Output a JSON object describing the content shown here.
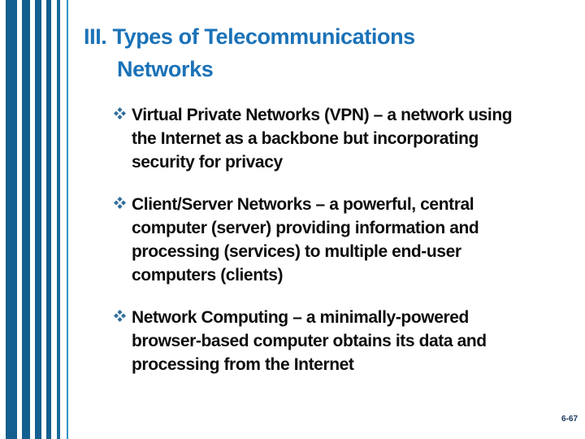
{
  "slide": {
    "title": {
      "line1": "III. Types of Telecommunications",
      "line2": "Networks"
    },
    "bullets": [
      {
        "text": "Virtual Private Networks (VPN) – a network using\nthe Internet as a backbone but incorporating\nsecurity for privacy"
      },
      {
        "text": "Client/Server Networks – a powerful, central\ncomputer (server) providing information and\nprocessing (services) to multiple end-user\ncomputers (clients)"
      },
      {
        "text": "Network Computing – a minimally-powered\nbrowser-based computer obtains its data and\nprocessing from the Internet"
      }
    ],
    "page_number": "6-67"
  },
  "icons": {
    "bullet_marker": "four-diamonds-icon"
  },
  "colors": {
    "title": "#1b72b8",
    "body_text": "#0d0d0d",
    "bullet_marker": "#2e6e9e",
    "page_number": "#17365d",
    "stripe_dark": "#135f8f",
    "stripe_light": "#2f96c5"
  },
  "decoration": {
    "stripes": [
      {
        "x": 7,
        "width": 14,
        "color": "#135f8f"
      },
      {
        "x": 27,
        "width": 10,
        "color": "#135f8f"
      },
      {
        "x": 43,
        "width": 8,
        "color": "#135f8f"
      },
      {
        "x": 57,
        "width": 6,
        "color": "#135f8f"
      },
      {
        "x": 70,
        "width": 4,
        "color": "#17689a"
      },
      {
        "x": 82,
        "width": 2,
        "color": "#2f96c5"
      }
    ]
  }
}
